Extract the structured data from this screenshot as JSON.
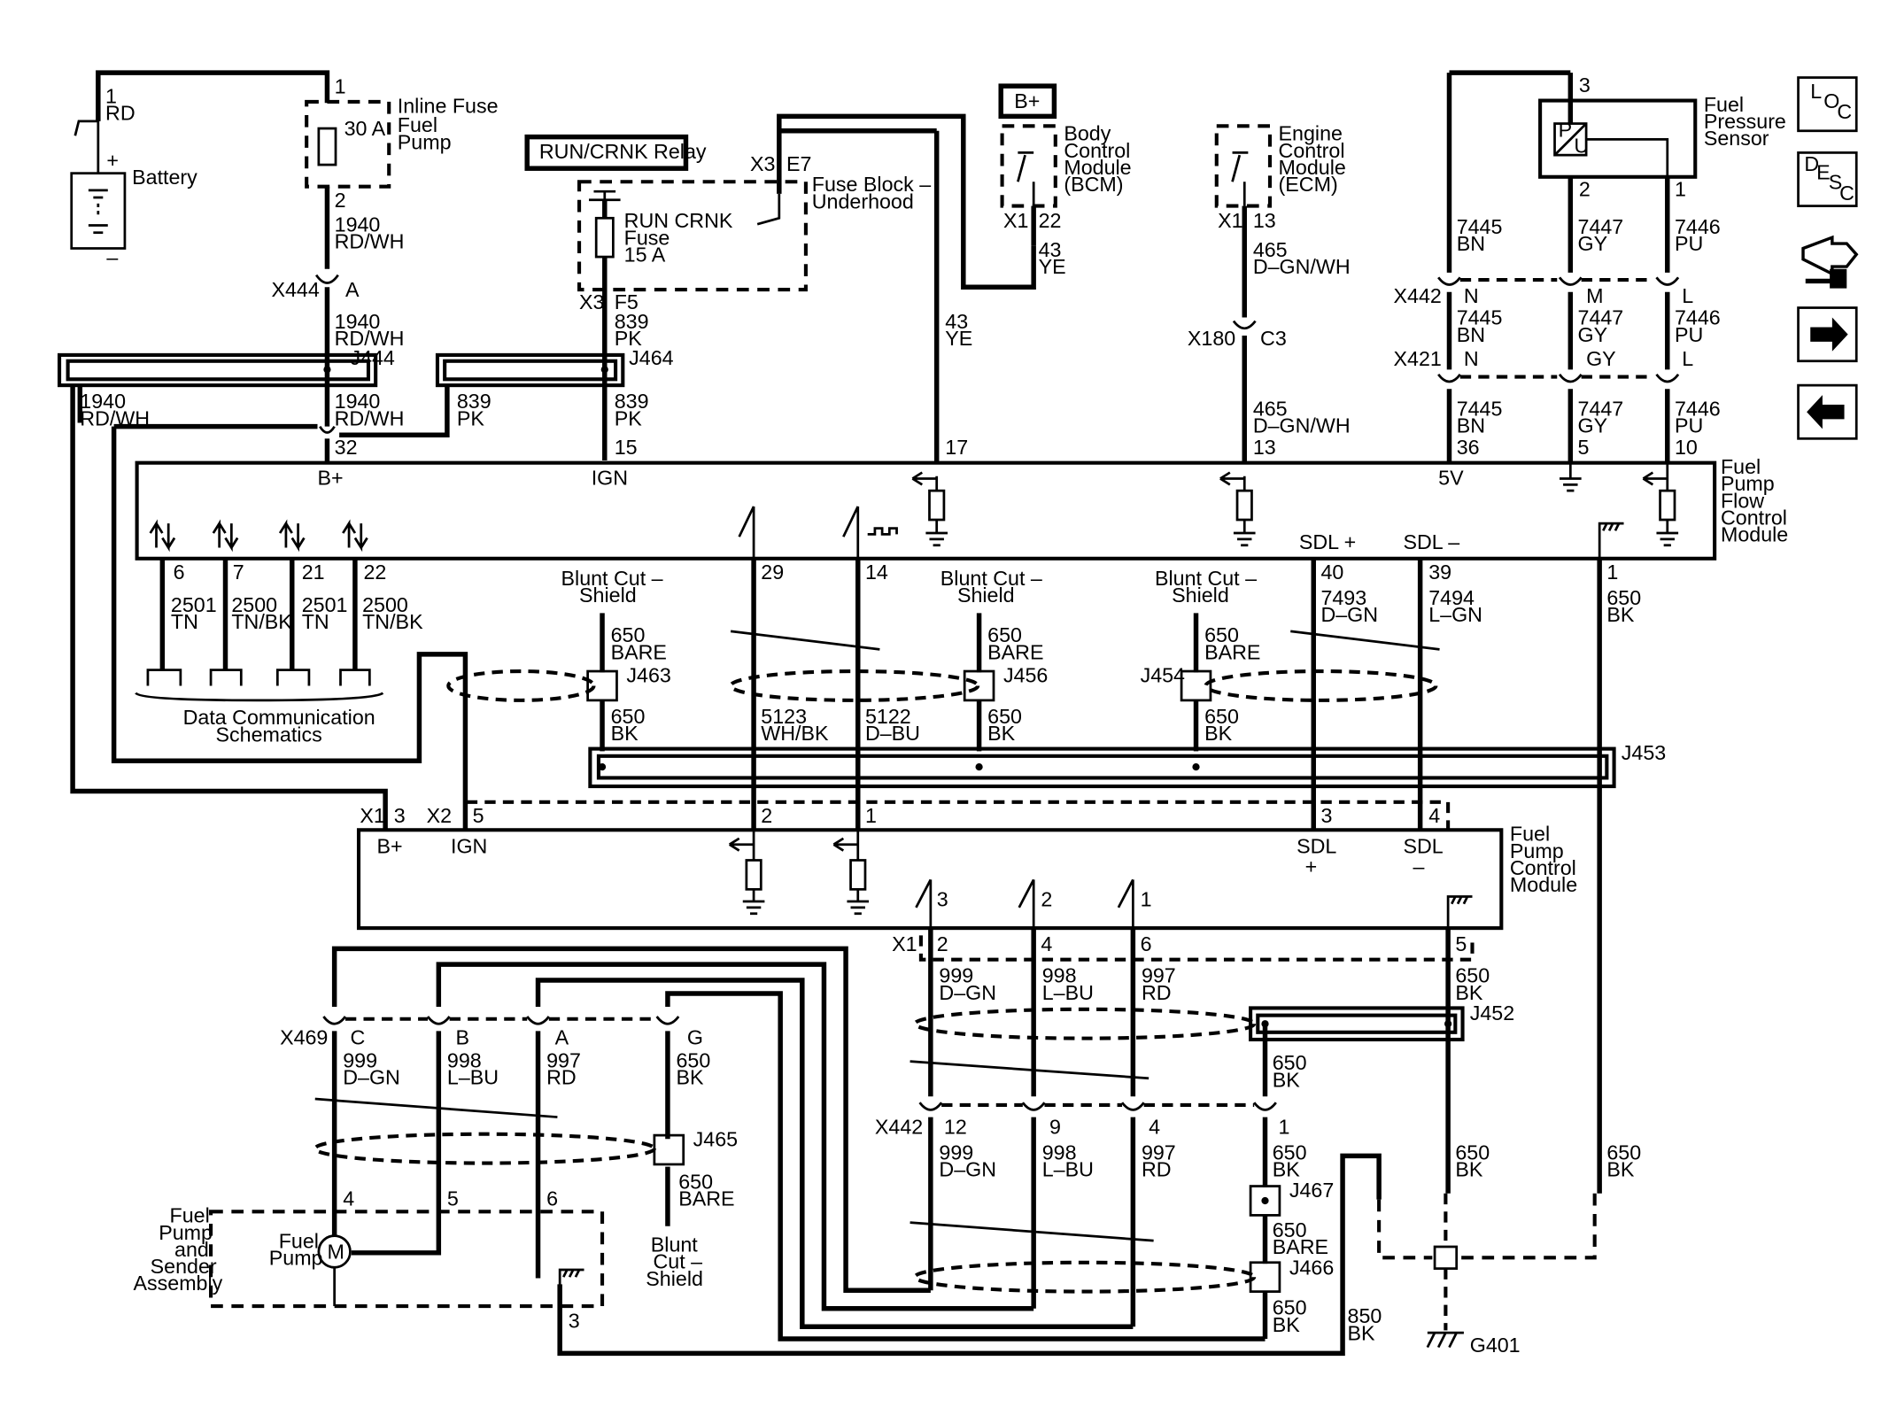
{
  "components": {
    "battery": "Battery",
    "inline_fuse": {
      "title": "Inline Fuse",
      "sub1": "Fuel",
      "sub2": "Pump",
      "rating": "30 A"
    },
    "relay": "RUN/CRNK Relay",
    "crnk_fuse": {
      "l1": "RUN CRNK",
      "l2": "Fuse",
      "l3": "15 A"
    },
    "fuse_block": {
      "l1": "Fuse Block –",
      "l2": "Underhood"
    },
    "bplus": "B+",
    "bcm": {
      "l1": "Body",
      "l2": "Control",
      "l3": "Module",
      "l4": "(BCM)"
    },
    "ecm": {
      "l1": "Engine",
      "l2": "Control",
      "l3": "Module",
      "l4": "(ECM)"
    },
    "fps": {
      "l1": "Fuel",
      "l2": "Pressure",
      "l3": "Sensor"
    },
    "fpfcm": {
      "l1": "Fuel",
      "l2": "Pump",
      "l3": "Flow",
      "l4": "Control",
      "l5": "Module"
    },
    "fpcm": {
      "l1": "Fuel",
      "l2": "Pump",
      "l3": "Control",
      "l4": "Module"
    },
    "fpsa": {
      "l1": "Fuel",
      "l2": "Pump",
      "l3": "and",
      "l4": "Sender",
      "l5": "Assembly"
    },
    "motor": {
      "l1": "Fuel",
      "l2": "Pump",
      "symbol": "M"
    },
    "data_comm": {
      "l1": "Data Communication",
      "l2": "Schematics"
    },
    "blunt": {
      "l1": "Blunt Cut –",
      "l2": "Shield"
    },
    "blunt_v": {
      "l1": "Blunt",
      "l2": "Cut –",
      "l3": "Shield"
    },
    "ground": "G401"
  },
  "nav": {
    "loc": [
      "L",
      "O",
      "C"
    ],
    "desc": [
      "D",
      "E",
      "S",
      "C"
    ]
  },
  "pins": {
    "p1": "1",
    "p2": "2",
    "p3": "3",
    "p4": "4",
    "p5": "5",
    "p6": "6",
    "p7": "7",
    "p9": "9",
    "p10": "10",
    "p12": "12",
    "p13": "13",
    "p14": "14",
    "p15": "15",
    "p17": "17",
    "p21": "21",
    "p22": "22",
    "p29": "29",
    "p32": "32",
    "p36": "36",
    "p39": "39",
    "p40": "40",
    "A": "A",
    "B": "B",
    "C": "C",
    "G": "G",
    "L": "L",
    "M": "M",
    "N": "N",
    "GY": "GY",
    "C3": "C3",
    "F5": "F5",
    "E7": "E7",
    "pU": "U",
    "pP": "P",
    "X1": "X1",
    "X2": "X2",
    "X3": "X3",
    "X444": "X444",
    "X442": "X442",
    "X421": "X421",
    "X180": "X180",
    "X469": "X469",
    "J444": "J444",
    "J464": "J464",
    "J463": "J463",
    "J456": "J456",
    "J454": "J454",
    "J453": "J453",
    "J452": "J452",
    "J465": "J465",
    "J467": "J467",
    "J466": "J466",
    "Bplus": "B+",
    "IGN": "IGN",
    "V5": "5V",
    "SDL_p": "SDL +",
    "SDL_m": "SDL –",
    "SDL": "SDL",
    "plus": "+",
    "minus": "–"
  },
  "wires": {
    "n1": "1",
    "n2": "2",
    "n3": "3",
    "n43": "43",
    "n465": "465",
    "n650": "650",
    "n839": "839",
    "n850": "850",
    "n997": "997",
    "n998": "998",
    "n999": "999",
    "n1940": "1940",
    "n2500": "2500",
    "n2501": "2501",
    "n5122": "5122",
    "n5123": "5123",
    "n7445": "7445",
    "n7446": "7446",
    "n7447": "7447",
    "n7493": "7493",
    "n7494": "7494",
    "RD": "RD",
    "RDWH": "RD/WH",
    "PK": "PK",
    "YE": "YE",
    "DGNWH": "D–GN/WH",
    "BN": "BN",
    "GY": "GY",
    "PU": "PU",
    "TN": "TN",
    "TNBK": "TN/BK",
    "BARE": "BARE",
    "BK": "BK",
    "WHBK": "WH/BK",
    "DBU": "D–BU",
    "DGN": "D–GN",
    "LGN": "L–GN",
    "LBU": "L–BU"
  }
}
